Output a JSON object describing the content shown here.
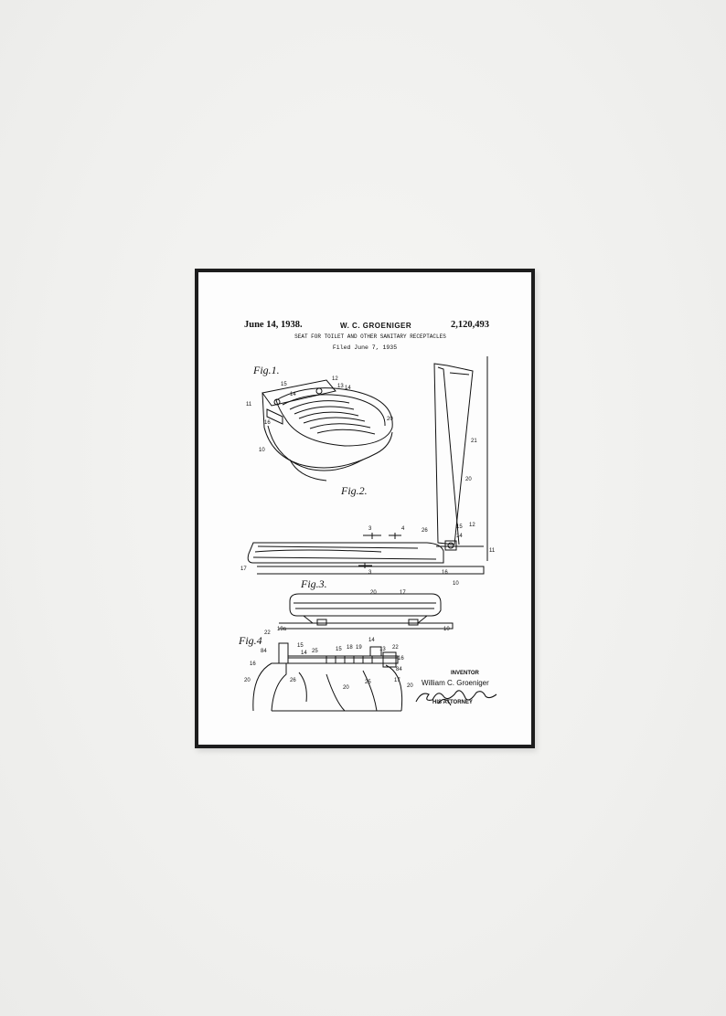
{
  "patent": {
    "date": "June 14, 1938.",
    "inventor_header": "W. C. GROENIGER",
    "number": "2,120,493",
    "title": "SEAT FOR TOILET AND OTHER SANITARY RECEPTACLES",
    "filed": "Filed June 7, 1935"
  },
  "figures": {
    "fig1": "Fig.1.",
    "fig2": "Fig.2.",
    "fig3": "Fig.3.",
    "fig4": "Fig.4"
  },
  "signature": {
    "inventor_label": "INVENTOR",
    "inventor_name": "William C. Groeniger",
    "attorney_label": "HIS ATTORNEY"
  },
  "colors": {
    "wall": "#f1f1ef",
    "frame": "#1d1d1d",
    "paper": "#fdfdfd",
    "ink": "#111111"
  }
}
